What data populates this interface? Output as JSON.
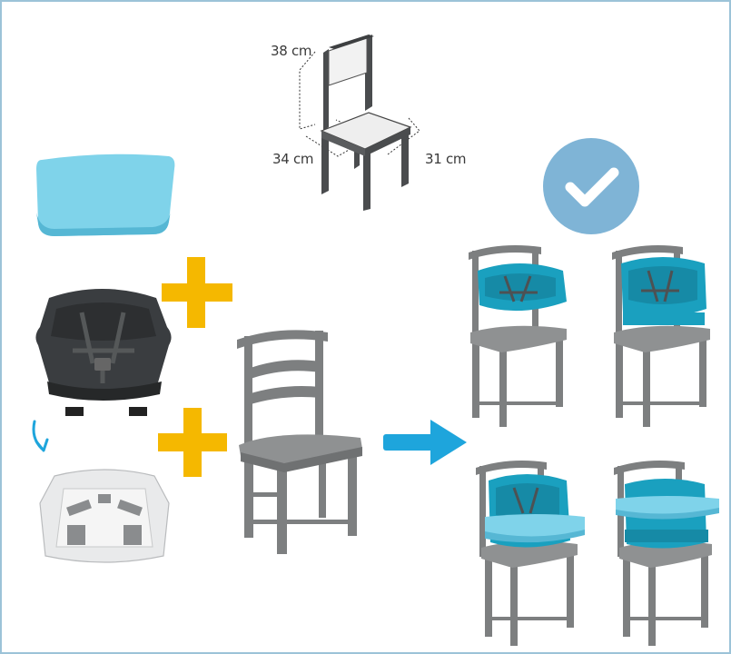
{
  "dimensions": {
    "back_height": "38 cm",
    "seat_width": "34 cm",
    "seat_depth": "31  cm"
  },
  "colors": {
    "frame_border": "#9cc3d8",
    "plus": "#f5b800",
    "arrow": "#1ea5dc",
    "check_circle": "#7fb4d6",
    "teal_seat": "#1aa0bf",
    "tray_blue": "#6ecde6",
    "dark_seat": "#3a3d40",
    "chair_gray": "#7d7f80"
  },
  "icons": [
    "plus-icon",
    "arrow-right-icon",
    "curved-arrow-down-icon",
    "checkmark-circle-icon"
  ]
}
